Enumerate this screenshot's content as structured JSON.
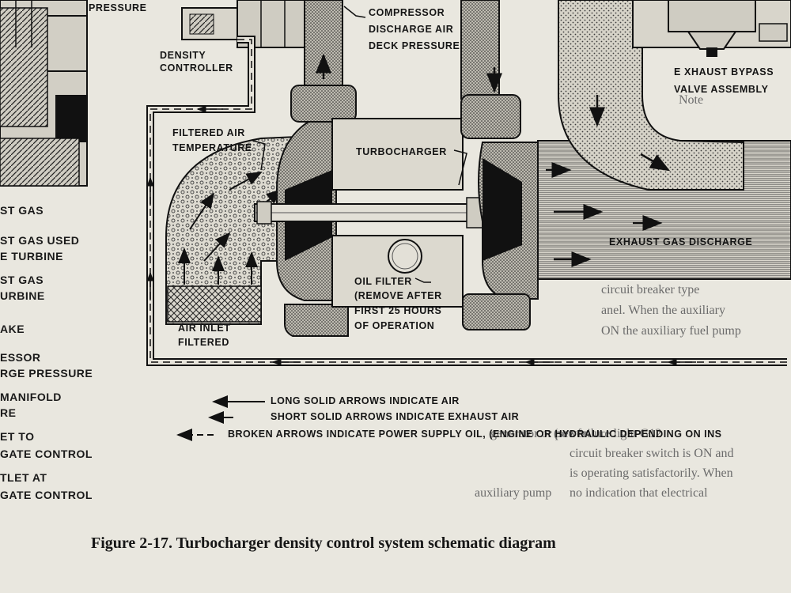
{
  "labels": {
    "pressure": "PRESSURE",
    "density_controller_1": "DENSITY",
    "density_controller_2": "CONTROLLER",
    "compressor_1": "COMPRESSOR",
    "compressor_2": "DISCHARGE AIR",
    "compressor_3": "DECK PRESSURE",
    "bypass_1": "E XHAUST BYPASS",
    "bypass_2": "VALVE ASSEMBLY",
    "filtered_air_1": "FILTERED AIR",
    "filtered_air_2": "TEMPERATURE",
    "turbocharger": "TURBOCHARGER",
    "exhaust_discharge": "EXHAUST GAS DISCHARGE",
    "oil_filter_1": "OIL FILTER",
    "oil_filter_2": "(REMOVE AFTER",
    "oil_filter_3": "FIRST 25 HOURS",
    "oil_filter_4": "OF OPERATION",
    "air_inlet_1": "AIR INLET",
    "air_inlet_2": "FILTERED"
  },
  "left_column": [
    "ST GAS",
    "ST GAS USED",
    "E TURBINE",
    "ST GAS",
    "URBINE",
    "AKE",
    "ESSOR",
    "RGE PRESSURE",
    "MANIFOLD",
    "RE",
    "ET TO",
    "GATE CONTROL",
    "TLET AT",
    "GATE CONTROL"
  ],
  "legend": {
    "long_solid": "LONG SOLID ARROWS INDICATE AIR",
    "short_solid": "SHORT SOLID ARROWS INDICATE EXHAUST AIR",
    "broken": "BROKEN ARROWS INDICATE POWER SUPPLY OIL, (ENGINE OR HYDRAULIC DEPENDING ON INS"
  },
  "caption": "Figure 2-17. Turbocharger density control system schematic diagram"
}
